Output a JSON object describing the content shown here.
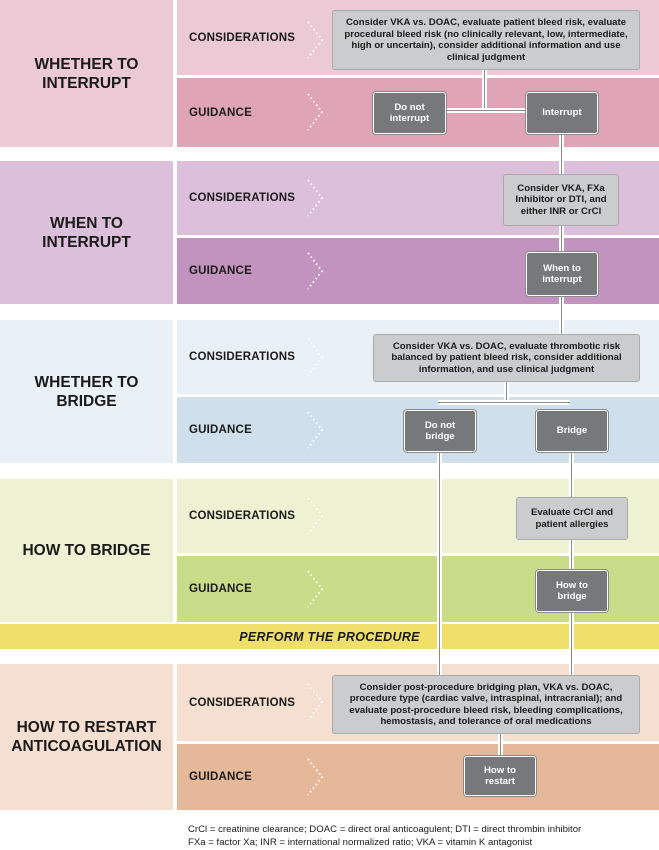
{
  "stages": [
    {
      "title": "WHETHER TO INTERRUPT",
      "considerations_label": "CONSIDERATIONS",
      "guidance_label": "GUIDANCE",
      "colors": {
        "stage": "#ebcad5",
        "considerations": "#ebcad5",
        "guidance": "#dfa5b6"
      }
    },
    {
      "title": "WHEN TO INTERRUPT",
      "considerations_label": "CONSIDERATIONS",
      "guidance_label": "GUIDANCE",
      "colors": {
        "stage": "#dcbfda",
        "considerations": "#dcbfda",
        "guidance": "#c293bf"
      }
    },
    {
      "title": "WHETHER TO BRIDGE",
      "considerations_label": "CONSIDERATIONS",
      "guidance_label": "GUIDANCE",
      "colors": {
        "stage": "#e9f0f6",
        "considerations": "#e9f0f6",
        "guidance": "#cfe0ec"
      }
    },
    {
      "title": "HOW TO BRIDGE",
      "considerations_label": "CONSIDERATIONS",
      "guidance_label": "GUIDANCE",
      "colors": {
        "stage": "#eef2d3",
        "considerations": "#eef2d3",
        "guidance": "#c9dc8a"
      }
    },
    {
      "title": "HOW TO RESTART ANTICOAGULATION",
      "considerations_label": "CONSIDERATIONS",
      "guidance_label": "GUIDANCE",
      "colors": {
        "stage": "#f4dfd0",
        "considerations": "#f4dfd0",
        "guidance": "#e6b89a"
      }
    }
  ],
  "procedure": {
    "label": "PERFORM THE PROCEDURE",
    "color": "#f0df68"
  },
  "boxes": {
    "s1_consider": "Consider VKA vs. DOAC, evaluate patient bleed risk, evaluate procedural bleed risk (no clinically relevant, low, intermediate, high or uncertain), consider additional information and use clinical judgment",
    "s1_no": "Do not interrupt",
    "s1_yes": "Interrupt",
    "s2_consider": "Consider VKA, FXa Inhibitor or DTI, and either INR or CrCl",
    "s2_guide": "When to interrupt",
    "s3_consider": "Consider VKA vs. DOAC, evaluate thrombotic risk balanced by patient bleed risk, consider additional information, and use clinical judgment",
    "s3_no": "Do not bridge",
    "s3_yes": "Bridge",
    "s4_consider": "Evaluate CrCl and patient allergies",
    "s4_guide": "How to bridge",
    "s5_consider": "Consider post-procedure bridging plan, VKA vs. DOAC, procedure type (cardiac valve, intraspinal, intracranial); and evaluate post-procedure bleed risk, bleeding complications, hemostasis, and tolerance of oral medications",
    "s5_guide": "How to restart"
  },
  "footnote": [
    "CrCl = creatinine clearance; DOAC = direct oral anticoagulent; DTI = direct thrombin inhibitor",
    "FXa = factor Xa; INR = international normalized ratio; VKA = vitamin K antagonist"
  ]
}
